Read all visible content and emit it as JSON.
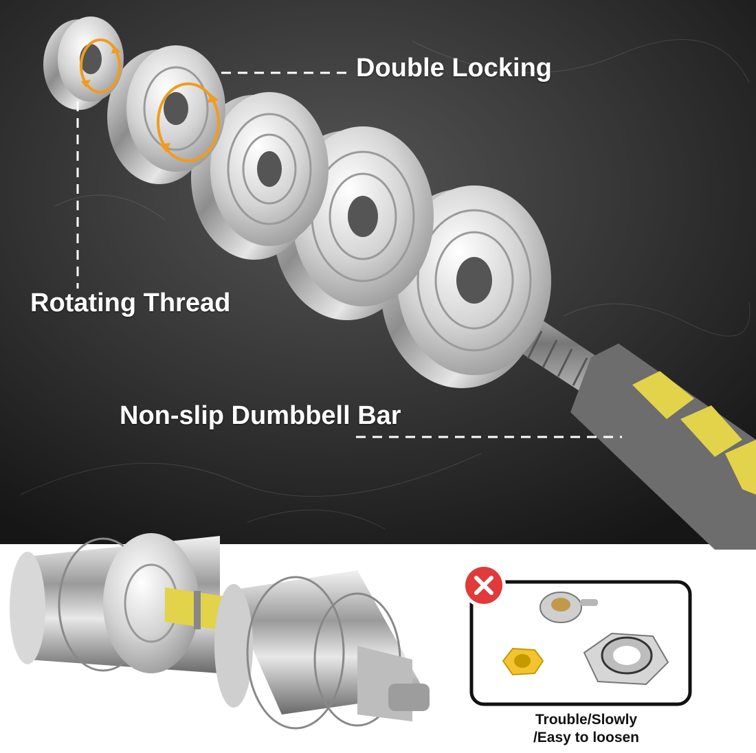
{
  "labels": {
    "double_locking": "Double Locking",
    "rotating_thread": "Rotating Thread",
    "non_slip_bar": "Non-slip Dumbbell Bar"
  },
  "comparison": {
    "icon": "cross-icon",
    "caption_line1": "Trouble/Slowly",
    "caption_line2": "/Easy to loosen"
  },
  "colors": {
    "background_top": "#2e2e2e",
    "background_bottom": "#ffffff",
    "accent_orange": "#f29b1d",
    "grip_yellow": "#e2d34a",
    "cross_red": "#e03a3a",
    "chrome": "#c9c9c9"
  }
}
